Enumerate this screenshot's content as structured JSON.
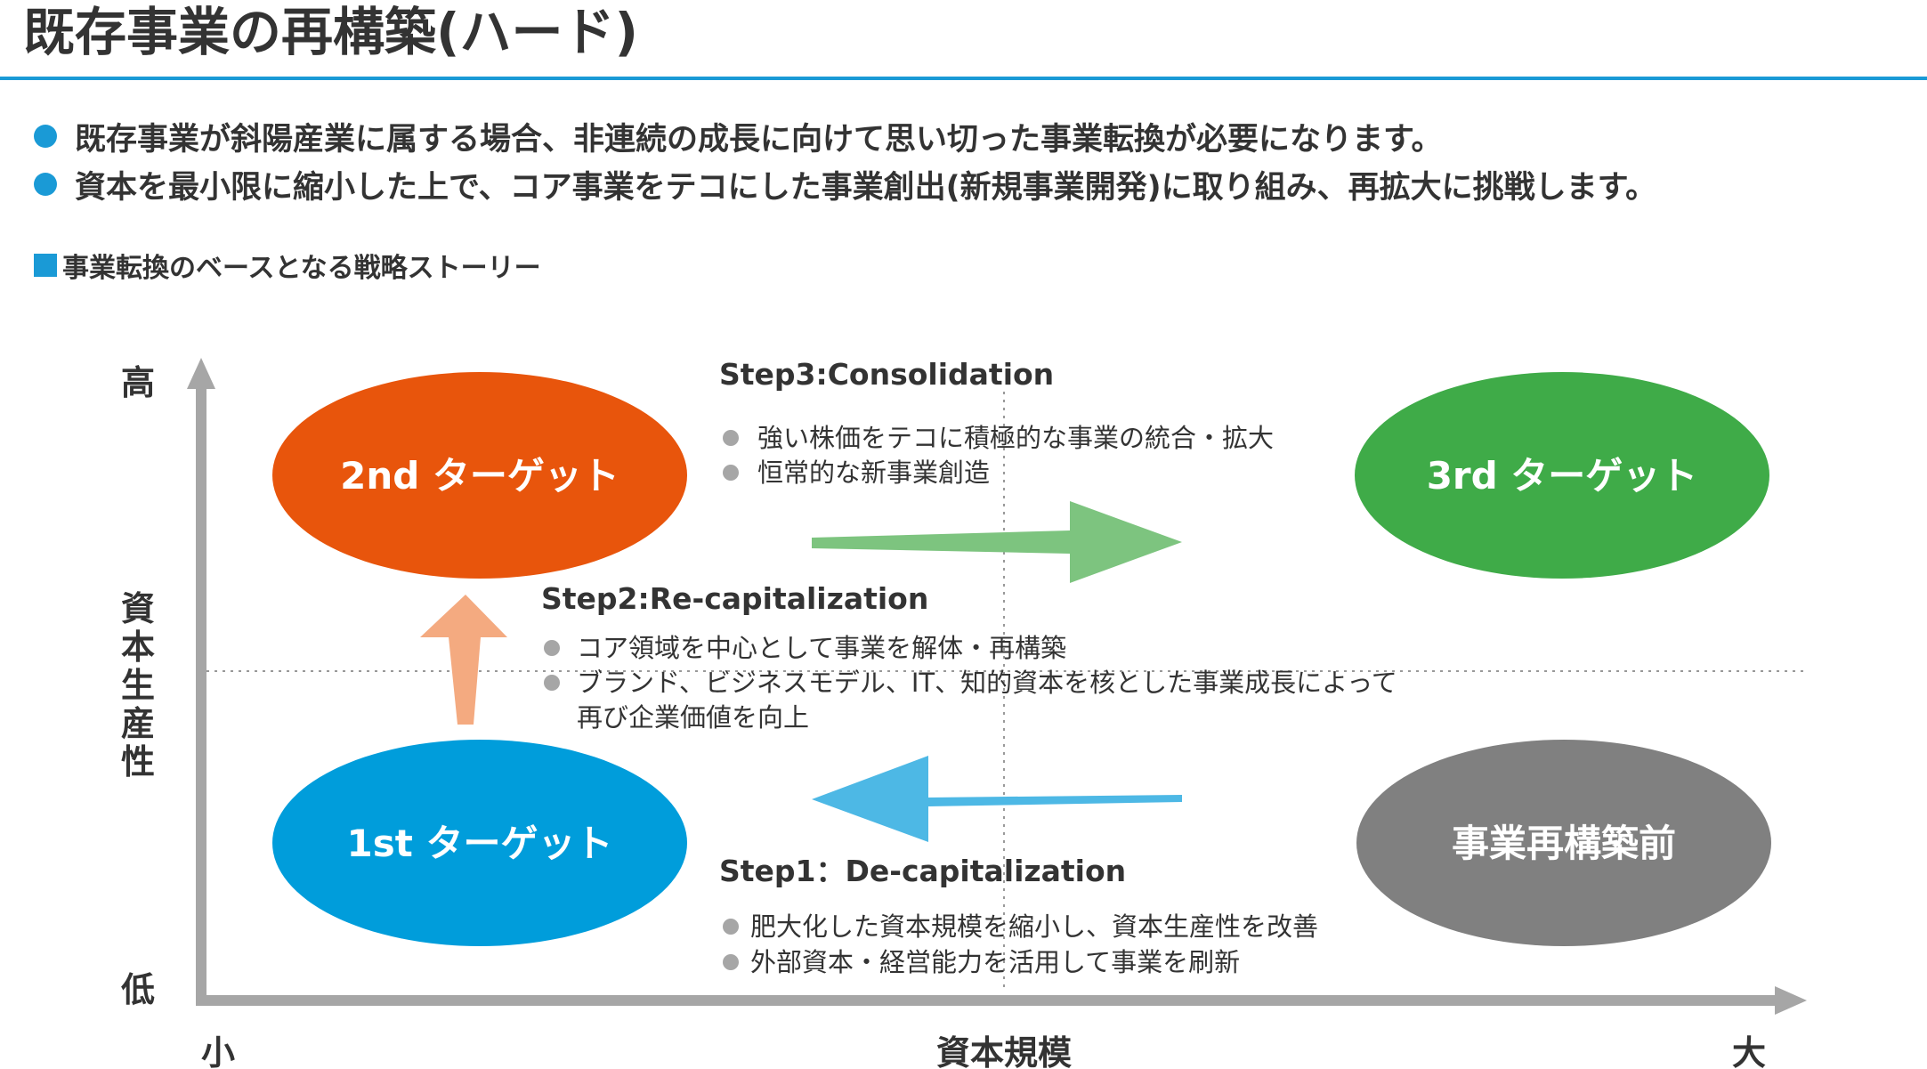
{
  "title": "既存事業の再構築(ハード)",
  "bullets": [
    "既存事業が斜陽産業に属する場合、非連続の成長に向けて思い切った事業転換が必要になります。",
    "資本を最小限に縮小した上で、コア事業をテコにした事業創出(新規事業開発)に取り組み、再拡大に挑戦します。"
  ],
  "section_label": "事業転換のベースとなる戦略ストーリー",
  "axes": {
    "y_title_chars": [
      "資",
      "本",
      "生",
      "産",
      "性"
    ],
    "y_high": "高",
    "y_low": "低",
    "x_title": "資本規模",
    "x_small": "小",
    "x_large": "大"
  },
  "nodes": {
    "first": {
      "label": "1st ターゲット",
      "color": "#009ddb"
    },
    "second": {
      "label": "2nd ターゲット",
      "color": "#e8550c"
    },
    "third": {
      "label": "3rd ターゲット",
      "color": "#3fab48"
    },
    "before": {
      "label": "事業再構築前",
      "color": "#808080"
    }
  },
  "steps": {
    "step1": {
      "title": "Step1：De-capitalization",
      "items": [
        "肥大化した資本規模を縮小し、資本生産性を改善",
        "外部資本・経営能力を活用して事業を刷新"
      ]
    },
    "step2": {
      "title": "Step2:Re-capitalization",
      "items": [
        "コア領域を中心として事業を解体・再構築",
        "ブランド、ビジネスモデル、IT、知的資本を核とした事業成長によって",
        "再び企業価値を向上"
      ]
    },
    "step3": {
      "title": "Step3:Consolidation",
      "items": [
        "強い株価をテコに積極的な事業の統合・拡大",
        "恒常的な新事業創造"
      ]
    }
  },
  "colors": {
    "accent": "#1a9ad6",
    "arrow_step1": "#4db8e5",
    "arrow_step2": "#f4aa80",
    "arrow_step3": "#7dc47f",
    "axis": "#a6a6a6",
    "bullet_gray": "#a6a6a6"
  }
}
